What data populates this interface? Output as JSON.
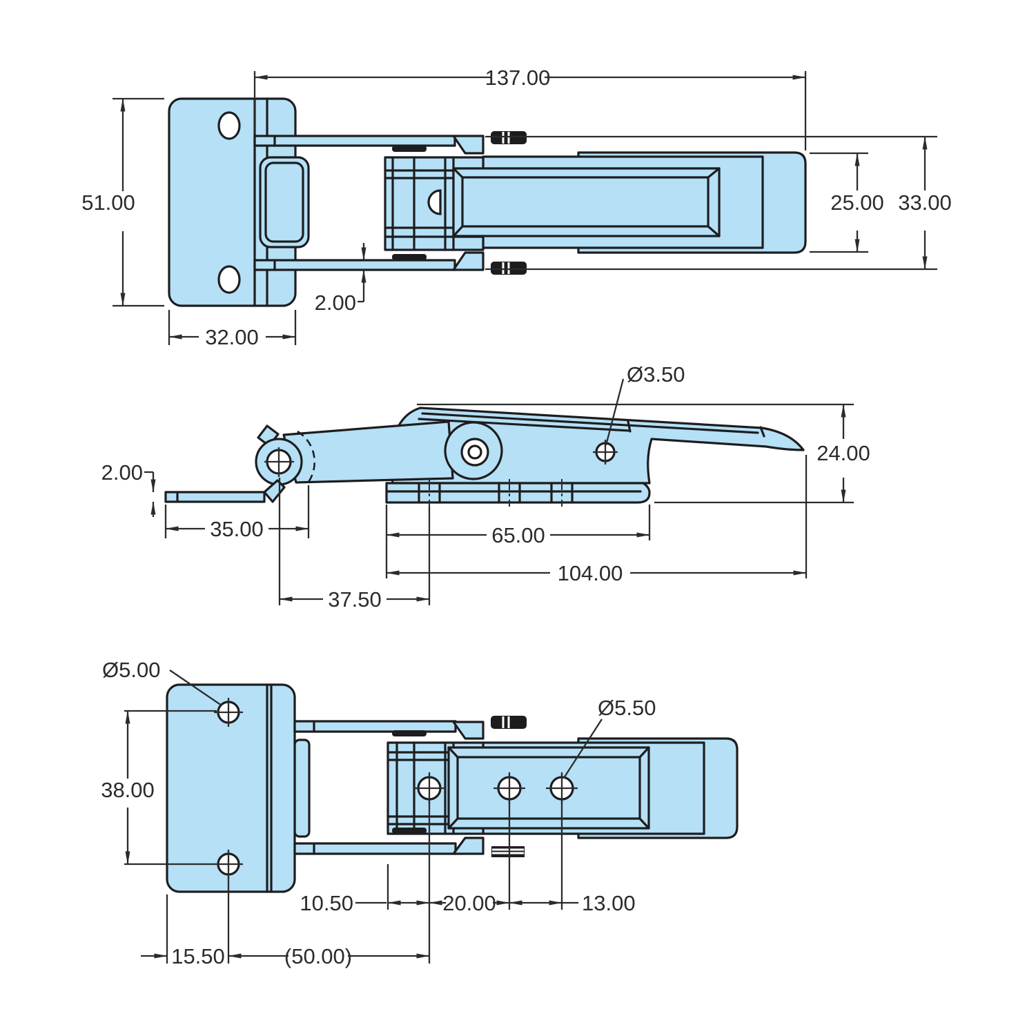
{
  "drawing": {
    "type": "engineering-drawing",
    "subject": "over-center draw latch with catch plate, three orthographic views",
    "colors": {
      "background": "#ffffff",
      "part_fill": "#b5e0f6",
      "part_outline": "#1d1d1f",
      "dimension_lines": "#2b2b2b",
      "hardware_fill": "#1d1d1f"
    },
    "views": {
      "top": {
        "label": "top-view",
        "dims": {
          "overall_length": "137.00",
          "plate_height": "51.00",
          "strap_width": "25.00",
          "body_width": "33.00",
          "arm_thickness": "2.00",
          "plate_width": "32.00"
        }
      },
      "side": {
        "label": "side-view",
        "dims": {
          "plate_thickness": "2.00",
          "rivet_hole_dia": "Ø3.50",
          "overall_height": "24.00",
          "plate_length": "35.00",
          "base_hole_span": "65.00",
          "base_length": "104.00",
          "pivot_to_first_hole": "37.50"
        }
      },
      "bottom": {
        "label": "bottom-view",
        "dims": {
          "plate_hole_dia": "Ø5.00",
          "plate_hole_spacing": "38.00",
          "base_hole_dia": "Ø5.50",
          "base_edge_to_hole": "10.50",
          "base_hole_spacing_a": "20.00",
          "base_hole_spacing_b": "13.00",
          "plate_edge_to_hole": "15.50",
          "reference_span": "(50.00)"
        }
      }
    }
  }
}
